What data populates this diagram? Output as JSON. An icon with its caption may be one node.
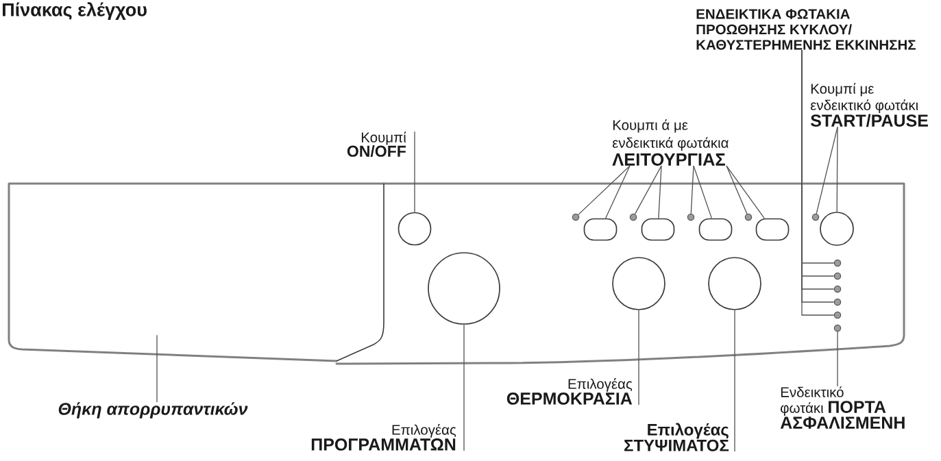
{
  "diagram": {
    "title": "Πίνακας ελέγχου",
    "nodes": [
      {
        "text": [
          "ΕΝΔΕΙΚΤΙΚΑ ΦΩΤΑΚΙΑ ΠΡΟΩΘΗΣΗΣ ΚΥΚΛΟΥ/ ΚΑΘΥΣΤΕΡΗΜΕΝΗΣ ΕΚΚΙΝΗΣΗΣ"
        ]
      },
      {
        "text": [
          "Κουμπί με ενδεικτικό φωτάκι **START/PAUSE**"
        ]
      },
      {
        "text": [
          "Κουμπί **ON/OFF**"
        ]
      },
      {
        "text": [
          "Κουμπι ά με ενδεικτικά φωτάκια **ΛΕΙΤΟΥΡΓΙΑΣ**"
        ]
      },
      {
        "text": [],
        "shape": "box"
      },
      {
        "text": [],
        "shape": "circle"
      },
      {
        "text": [],
        "shape": "circle"
      },
      {
        "text": [],
        "shape": "ellipse"
      },
      {
        "text": [],
        "shape": "circle"
      },
      {
        "text": [],
        "shape": "ellipse"
      },
      {
        "text": [],
        "shape": "circle"
      },
      {
        "text": [],
        "shape": "ellipse"
      },
      {
        "text": [],
        "shape": "circle"
      },
      {
        "text": [],
        "shape": "ellipse"
      },
      {
        "text": [],
        "shape": "circle"
      },
      {
        "text": [],
        "shape": "circle"
      },
      {
        "text": [],
        "shape": "circle"
      },
      {
        "text": [],
        "shape": "circle"
      },
      {
        "text": [],
        "shape": "circle"
      },
      {
        "text": [],
        "shape": "circle"
      },
      {
        "text": [],
        "shape": "circle"
      },
      {
        "text": [],
        "shape": "circle"
      },
      {
        "text": [],
        "shape": "circle"
      },
      {
        "text": [],
        "shape": "circle"
      },
      {
        "text": [],
        "shape": "circle"
      },
      {
        "text": [
          "Θήκη απορρυπαντικών"
        ]
      },
      {
        "text": [
          "Επιλογέας **ΠΡΟΓΡΑΜΜΑΤΩΝ**"
        ]
      },
      {
        "text": [
          "Επιλογέας **ΘΕΡΜΟΚΡΑΣΙΑ**"
        ]
      },
      {
        "text": [
          "Επιλογέας ΣΤΥΨΙΜΑΤΟΣ"
        ]
      },
      {
        "text": [
          "Ενδεικτικό φωτάκι **ΠΟΡΤΑ ΑΣΦΑΛΙΣΜΕΝΗ**"
        ]
      }
    ],
    "edges": [
      {
        "from": 0,
        "to": 16,
        "arrow": "none"
      },
      {
        "from": 0,
        "to": 17,
        "arrow": "none"
      },
      {
        "from": 0,
        "to": 18,
        "arrow": "none"
      },
      {
        "from": 0,
        "to": 19,
        "arrow": "none"
      },
      {
        "from": 0,
        "to": 20,
        "arrow": "none"
      },
      {
        "from": 1,
        "to": 14,
        "arrow": "none"
      },
      {
        "from": 1,
        "to": 15,
        "arrow": "none"
      },
      {
        "from": 2,
        "to": 5,
        "arrow": "none"
      },
      {
        "from": 3,
        "to": 6,
        "arrow": "none"
      },
      {
        "from": 3,
        "to": 7,
        "arrow": "none"
      },
      {
        "from": 3,
        "to": 8,
        "arrow": "none"
      },
      {
        "from": 3,
        "to": 9,
        "arrow": "none"
      },
      {
        "from": 3,
        "to": 10,
        "arrow": "none"
      },
      {
        "from": 3,
        "to": 11,
        "arrow": "none"
      },
      {
        "from": 3,
        "to": 12,
        "arrow": "none"
      },
      {
        "from": 3,
        "to": 13,
        "arrow": "none"
      },
      {
        "from": 25,
        "to": 4,
        "arrow": "none"
      },
      {
        "from": 26,
        "to": 22,
        "arrow": "none"
      },
      {
        "from": 27,
        "to": 23,
        "arrow": "none"
      },
      {
        "from": 28,
        "to": 24,
        "arrow": "none"
      },
      {
        "from": 29,
        "to": 21,
        "arrow": "none"
      }
    ]
  }
}
